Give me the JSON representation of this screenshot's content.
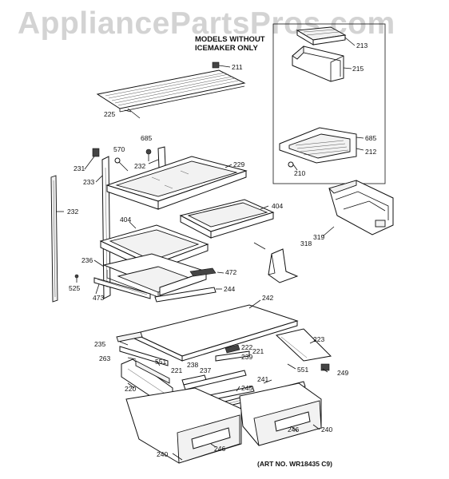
{
  "watermark": "AppliancePartsPros.com",
  "inset_header": {
    "line1": "MODELS WITHOUT",
    "line2": "ICEMAKER ONLY"
  },
  "art_note": "(ART NO. WR18435 C9)",
  "callouts": {
    "c213": "213",
    "c215": "215",
    "c211": "211",
    "c225": "225",
    "c685a": "685",
    "c685b": "685",
    "c570": "570",
    "c212": "212",
    "c210": "210",
    "c231": "231",
    "c232a": "232",
    "c229": "229",
    "c233": "233",
    "c232b": "232",
    "c404a": "404",
    "c404b": "404",
    "c319": "319",
    "c318": "318",
    "c236": "236",
    "c472": "472",
    "c525": "525",
    "c244": "244",
    "c473": "473",
    "c242": "242",
    "c235": "235",
    "c223": "223",
    "c222": "222",
    "c221a": "221",
    "c239": "239",
    "c263": "263",
    "c551a": "551",
    "c238": "238",
    "c237": "237",
    "c551b": "551",
    "c249": "249",
    "c221b": "221",
    "c220": "220",
    "c241": "241",
    "c245": "245",
    "c246a": "246",
    "c240a": "240",
    "c240b": "240",
    "c246b": "246"
  }
}
